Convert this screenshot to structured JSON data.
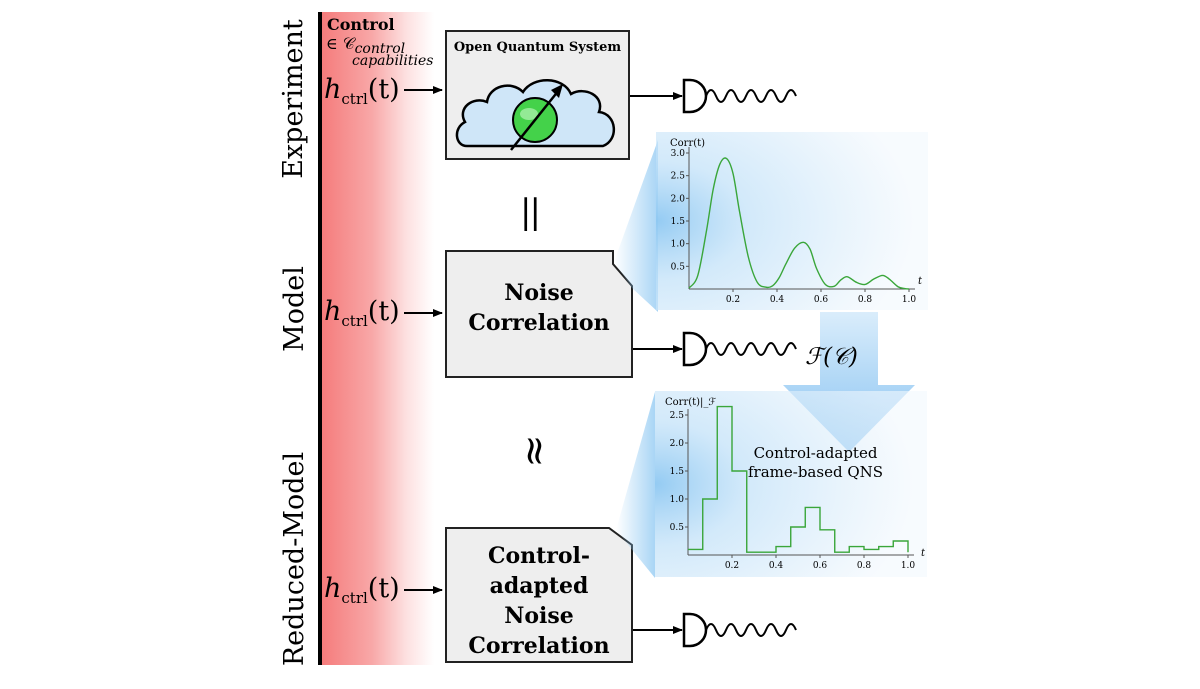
{
  "rows": {
    "experiment": "Experiment",
    "model": "Model",
    "reduced_model": "Reduced-Model"
  },
  "control": {
    "title": "Control",
    "member_of": "∈ 𝒞",
    "subscript_1": "control",
    "subscript_2": "capabilities"
  },
  "input_signal": {
    "main": "h",
    "subscript": "ctrl",
    "argument": "(t)"
  },
  "boxes": {
    "open_quantum_system": "Open Quantum System",
    "noise_correlation_line1": "Noise",
    "noise_correlation_line2": "Correlation",
    "adapted_line1": "Control-adapted",
    "adapted_line2": "Noise",
    "adapted_line3": "Correlation"
  },
  "relations": {
    "equals": "||",
    "approx": "≈"
  },
  "fourier_label": "ℱ(𝒞)",
  "caption": {
    "line1": "Control-adapted",
    "line2": "frame-based QNS"
  },
  "colors": {
    "control_band": "#f57c7c",
    "plot_glow": "#8ec8f2",
    "curve": "#3aa63a",
    "qubit": "#44d24a",
    "cloud_fill": "#cfe6f8"
  },
  "chart_data": [
    {
      "type": "line",
      "ylabel": "Corr(t)",
      "xlabel": "t",
      "xlim": [
        0,
        1.0
      ],
      "ylim": [
        0,
        3.0
      ],
      "xticks": [
        0.2,
        0.4,
        0.6,
        0.8,
        1.0
      ],
      "yticks": [
        0.5,
        1.0,
        1.5,
        2.0,
        2.5,
        3.0
      ],
      "xtick_labels": [
        "0.2",
        "0.4",
        "0.6",
        "0.8",
        "1.0"
      ],
      "ytick_labels": [
        "0.5",
        "1.0",
        "1.5",
        "2.0",
        "2.5",
        "3.0"
      ],
      "x": [
        0.0,
        0.04,
        0.08,
        0.11,
        0.14,
        0.17,
        0.2,
        0.23,
        0.27,
        0.31,
        0.35,
        0.38,
        0.41,
        0.44,
        0.48,
        0.52,
        0.55,
        0.58,
        0.62,
        0.66,
        0.69,
        0.72,
        0.76,
        0.8,
        0.84,
        0.88,
        0.91,
        0.95,
        0.98,
        1.0
      ],
      "y": [
        0.02,
        0.3,
        1.3,
        2.2,
        2.75,
        2.88,
        2.55,
        1.7,
        0.7,
        0.15,
        0.04,
        0.07,
        0.25,
        0.55,
        0.9,
        1.03,
        0.88,
        0.45,
        0.1,
        0.06,
        0.2,
        0.27,
        0.15,
        0.1,
        0.22,
        0.3,
        0.22,
        0.05,
        0.01,
        0.0
      ]
    },
    {
      "type": "step",
      "ylabel": "Corr(t)|_ℱ",
      "xlabel": "t",
      "xlim": [
        0,
        1.0
      ],
      "ylim": [
        0,
        2.5
      ],
      "xticks": [
        0.2,
        0.4,
        0.6,
        0.8,
        1.0
      ],
      "yticks": [
        0.5,
        1.0,
        1.5,
        2.0,
        2.5
      ],
      "xtick_labels": [
        "0.2",
        "0.4",
        "0.6",
        "0.8",
        "1.0"
      ],
      "ytick_labels": [
        "0.5",
        "1.0",
        "1.5",
        "2.0",
        "2.5"
      ],
      "bins": [
        0.0,
        0.067,
        0.133,
        0.2,
        0.267,
        0.333,
        0.4,
        0.467,
        0.533,
        0.6,
        0.667,
        0.733,
        0.8,
        0.867,
        0.933,
        1.0
      ],
      "values": [
        0.1,
        1.0,
        2.65,
        1.5,
        0.05,
        0.05,
        0.15,
        0.5,
        0.85,
        0.45,
        0.05,
        0.15,
        0.1,
        0.15,
        0.25,
        0.05
      ]
    }
  ]
}
